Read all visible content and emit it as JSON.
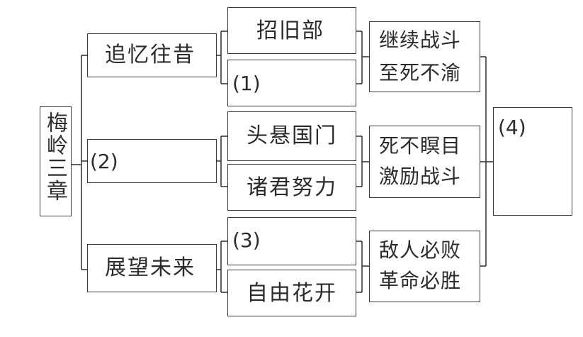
{
  "diagram": {
    "root": "梅岭三章",
    "branches": [
      {
        "label": "追忆往昔",
        "items": [
          "招旧部",
          "(1)"
        ],
        "result": [
          "继续战斗",
          "至死不渝"
        ]
      },
      {
        "label": "(2)",
        "items": [
          "头悬国门",
          "诸君努力"
        ],
        "result": [
          "死不瞑目",
          "激励战斗"
        ]
      },
      {
        "label": "展望未来",
        "items": [
          "(3)",
          "自由花开"
        ],
        "result": [
          "敌人必败",
          "革命必胜"
        ]
      }
    ],
    "summary": "(4)"
  }
}
